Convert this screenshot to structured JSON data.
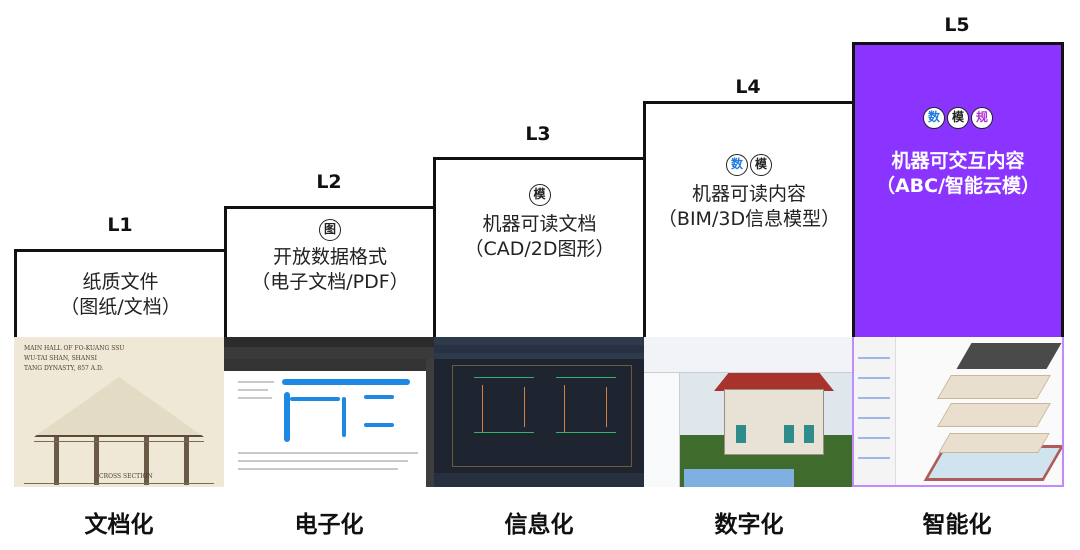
{
  "diagram": {
    "levels": [
      {
        "id": "L1",
        "title": "纸质文件",
        "subtitle": "（图纸/文档）",
        "badges": [],
        "stage": "文档化",
        "thumbnail": "hand-drawn-architectural-drawing"
      },
      {
        "id": "L2",
        "title": "开放数据格式",
        "subtitle": "（电子文档/PDF）",
        "badges": [
          {
            "char": "图",
            "color": "#222222"
          }
        ],
        "stage": "电子化",
        "thumbnail": "pdf-viewer-screenshot"
      },
      {
        "id": "L3",
        "title": "机器可读文档",
        "subtitle": "（CAD/2D图形）",
        "badges": [
          {
            "char": "模",
            "color": "#222222"
          }
        ],
        "stage": "信息化",
        "thumbnail": "cad-floorplan-screenshot"
      },
      {
        "id": "L4",
        "title": "机器可读内容",
        "subtitle": "（BIM/3D信息模型）",
        "badges": [
          {
            "char": "数",
            "color": "#1e7be0"
          },
          {
            "char": "模",
            "color": "#222222"
          }
        ],
        "stage": "数字化",
        "thumbnail": "bim-3d-house-screenshot"
      },
      {
        "id": "L5",
        "title": "机器可交互内容",
        "subtitle": "（ABC/智能云模）",
        "badges": [
          {
            "char": "数",
            "color": "#1e7be0"
          },
          {
            "char": "模",
            "color": "#222222"
          },
          {
            "char": "规",
            "color": "#b02fd8"
          }
        ],
        "stage": "智能化",
        "thumbnail": "exploded-3d-building-model"
      }
    ],
    "colors": {
      "highlight": "#8b33ff",
      "border": "#111111",
      "badge_blue": "#1e7be0",
      "badge_purple": "#b02fd8"
    }
  }
}
